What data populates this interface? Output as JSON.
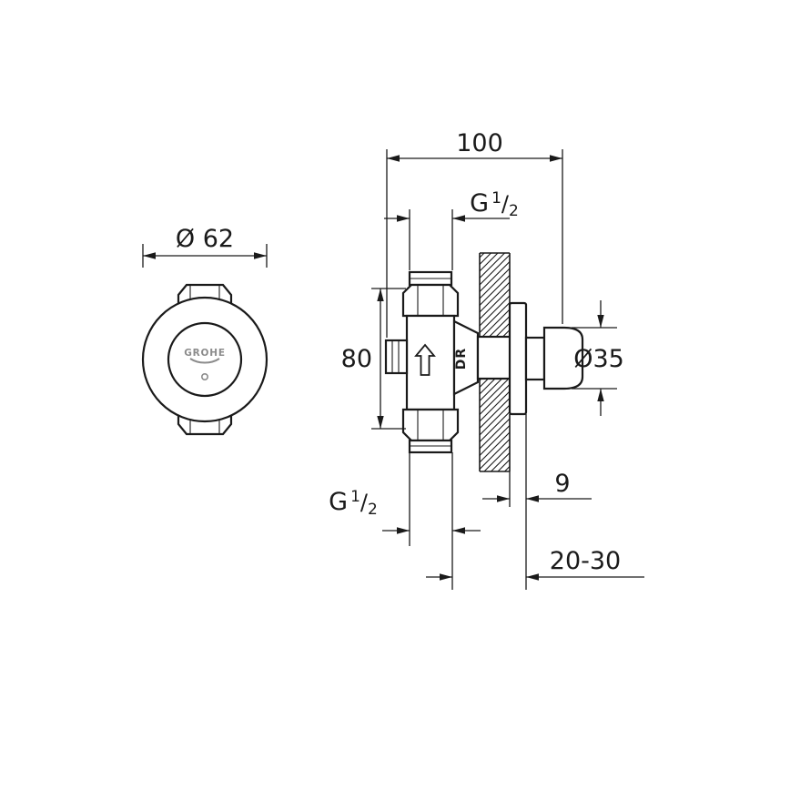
{
  "drawing": {
    "logo": "GROHE",
    "marking_dr": "DR",
    "dims": {
      "dia62": "Ø 62",
      "d100": "100",
      "d80": "80",
      "dia35": "Ø35",
      "d9": "9",
      "d2030": "20-30"
    },
    "thread": {
      "g": "G",
      "num": "1",
      "slash": "/",
      "den": "2"
    },
    "colors": {
      "line": "#1a1a1a",
      "logo_gray": "#8c8c8c",
      "background": "#ffffff"
    }
  }
}
